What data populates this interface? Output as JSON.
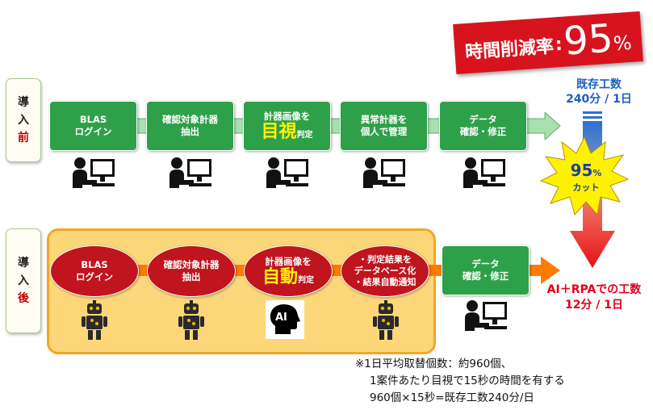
{
  "banner": {
    "label": "時間削減率",
    "colon": ":",
    "value": "95",
    "unit": "%"
  },
  "before": {
    "side_label": [
      "導",
      "入",
      "前"
    ],
    "steps": [
      {
        "lines": [
          "BLAS",
          "ログイン"
        ]
      },
      {
        "lines": [
          "確認対象計器",
          "抽出"
        ]
      },
      {
        "top": "計器画像を",
        "big": "目視",
        "small": "判定"
      },
      {
        "lines": [
          "異常計器を",
          "個人で管理"
        ]
      },
      {
        "lines": [
          "データ",
          "確認・修正"
        ]
      }
    ],
    "workload_title": "既存工数",
    "workload_value": "240分 / 1日"
  },
  "after": {
    "side_label": [
      "導",
      "入",
      "後"
    ],
    "steps": [
      {
        "lines": [
          "BLAS",
          "ログイン"
        ]
      },
      {
        "lines": [
          "確認対象計器",
          "抽出"
        ]
      },
      {
        "top": "計器画像を",
        "big": "自動",
        "small": "判定"
      },
      {
        "lines": [
          "・判定結果を",
          "データベース化",
          "・結果自動通知"
        ]
      },
      {
        "lines": [
          "データ",
          "確認・修正"
        ]
      }
    ],
    "ai_icon_label": "AI",
    "workload_title": "AI＋RPAでの工数",
    "workload_value": "12分 / 1日"
  },
  "cut_badge": {
    "value": "95",
    "unit": "%",
    "label": "カット"
  },
  "notes": [
    "※1日平均取替個数：約960個、",
    "1案件あたり目視で15秒の時間を有する",
    "960個×15秒=既存工数240分/日"
  ],
  "colors": {
    "green": "#2fa04a",
    "red": "#c0141e",
    "yellow_highlight": "#fff200",
    "panel": "#fcd77a",
    "blue_text": "#1f5fbf",
    "red_text": "#e0001a"
  }
}
